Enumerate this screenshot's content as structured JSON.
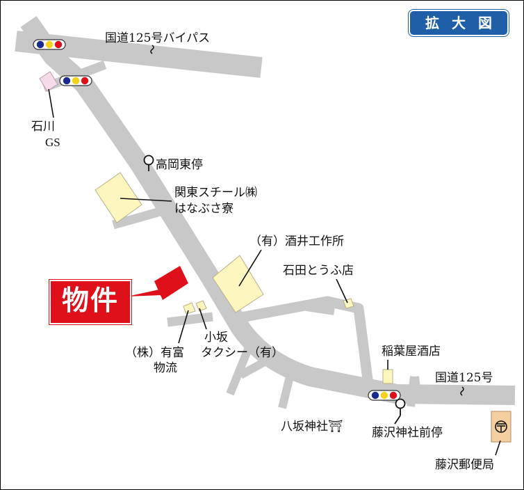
{
  "title": "拡大図",
  "property_label": "物件",
  "labels": {
    "bypass": "国道125号バイパス",
    "ishikawa_gs_line1": "石川",
    "ishikawa_gs_line2": "GS",
    "takaoka_stop": "高岡東停",
    "kanto_steel_line1": "関東スチール㈱",
    "kanto_steel_line2": "はなぶさ寮",
    "sakai_line1": "（有）酒井工作所",
    "ishida_tofu": "石田とうふ店",
    "yutomi_line1": "（株）有富",
    "yutomi_line2": "物流",
    "kosaka_line1": "小坂",
    "kosaka_line2": "タクシー（有）",
    "inabaya": "稲葉屋酒店",
    "route125": "国道125号",
    "yasaka_shrine": "八坂神社⛩",
    "fujisawa_stop": "藤沢神社前停",
    "fujisawa_post": "藤沢郵便局"
  },
  "colors": {
    "road": "#c8c8c8",
    "building": "#fdf6bf",
    "building_outline": "#b8b08a",
    "property_red": "#e0101b",
    "title_blue": "#1f5fa8",
    "gs_pink": "#f6dceb",
    "post_office": "#f5cfa0",
    "signal_blue": "#1b2a8f",
    "signal_yellow": "#f1d31b",
    "signal_red": "#e01018"
  },
  "icons": [
    "traffic-signal-icon",
    "bus-stop-icon",
    "post-office-icon",
    "shrine-icon",
    "wavy-road-mark-icon"
  ]
}
